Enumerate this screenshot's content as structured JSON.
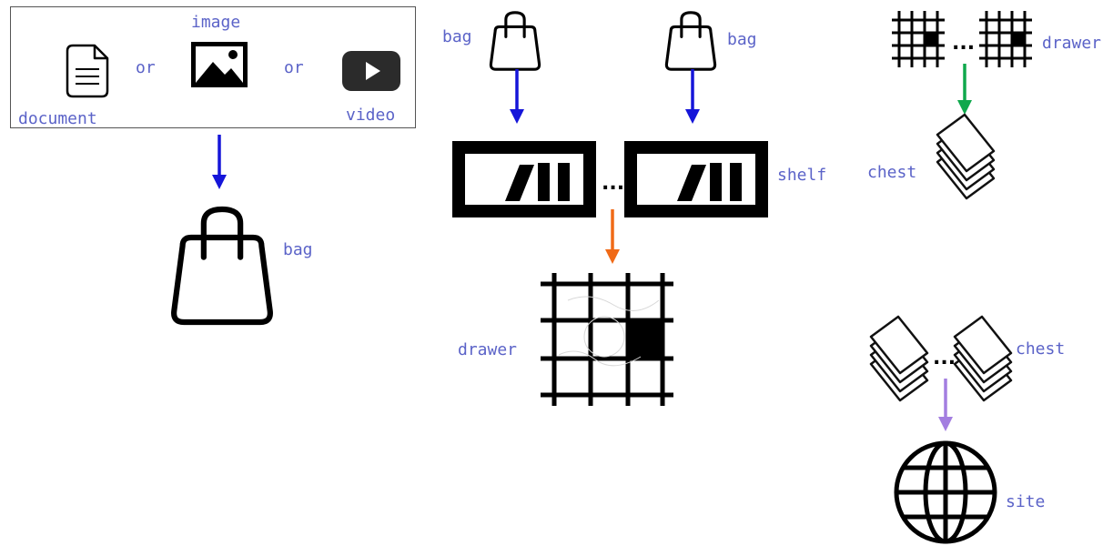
{
  "labels": {
    "document": "document",
    "image": "image",
    "video": "video",
    "or_1": "or",
    "or_2": "or",
    "bag_main": "bag",
    "bag_left": "bag",
    "bag_right": "bag",
    "shelf": "shelf",
    "drawer_main": "drawer",
    "drawer_top": "drawer",
    "chest_top": "chest",
    "chest_bottom": "chest",
    "site": "site",
    "ellipsis_shelf": "...",
    "ellipsis_drawer": "...",
    "ellipsis_chest": "..."
  },
  "colors": {
    "label": "#5b63c8",
    "arrow_blue": "#1515d9",
    "arrow_orange": "#f06a17",
    "arrow_green": "#0fa84c",
    "arrow_purple": "#a37ee0",
    "icon": "#000000",
    "box_border": "#555555"
  },
  "icons": {
    "document": "document-icon",
    "image": "image-icon",
    "video": "video-play-icon",
    "bag": "shopping-bag-icon",
    "shelf": "shelf-icon",
    "drawer": "grid-drawer-icon",
    "chest": "stacked-layers-icon",
    "site": "globe-icon"
  }
}
